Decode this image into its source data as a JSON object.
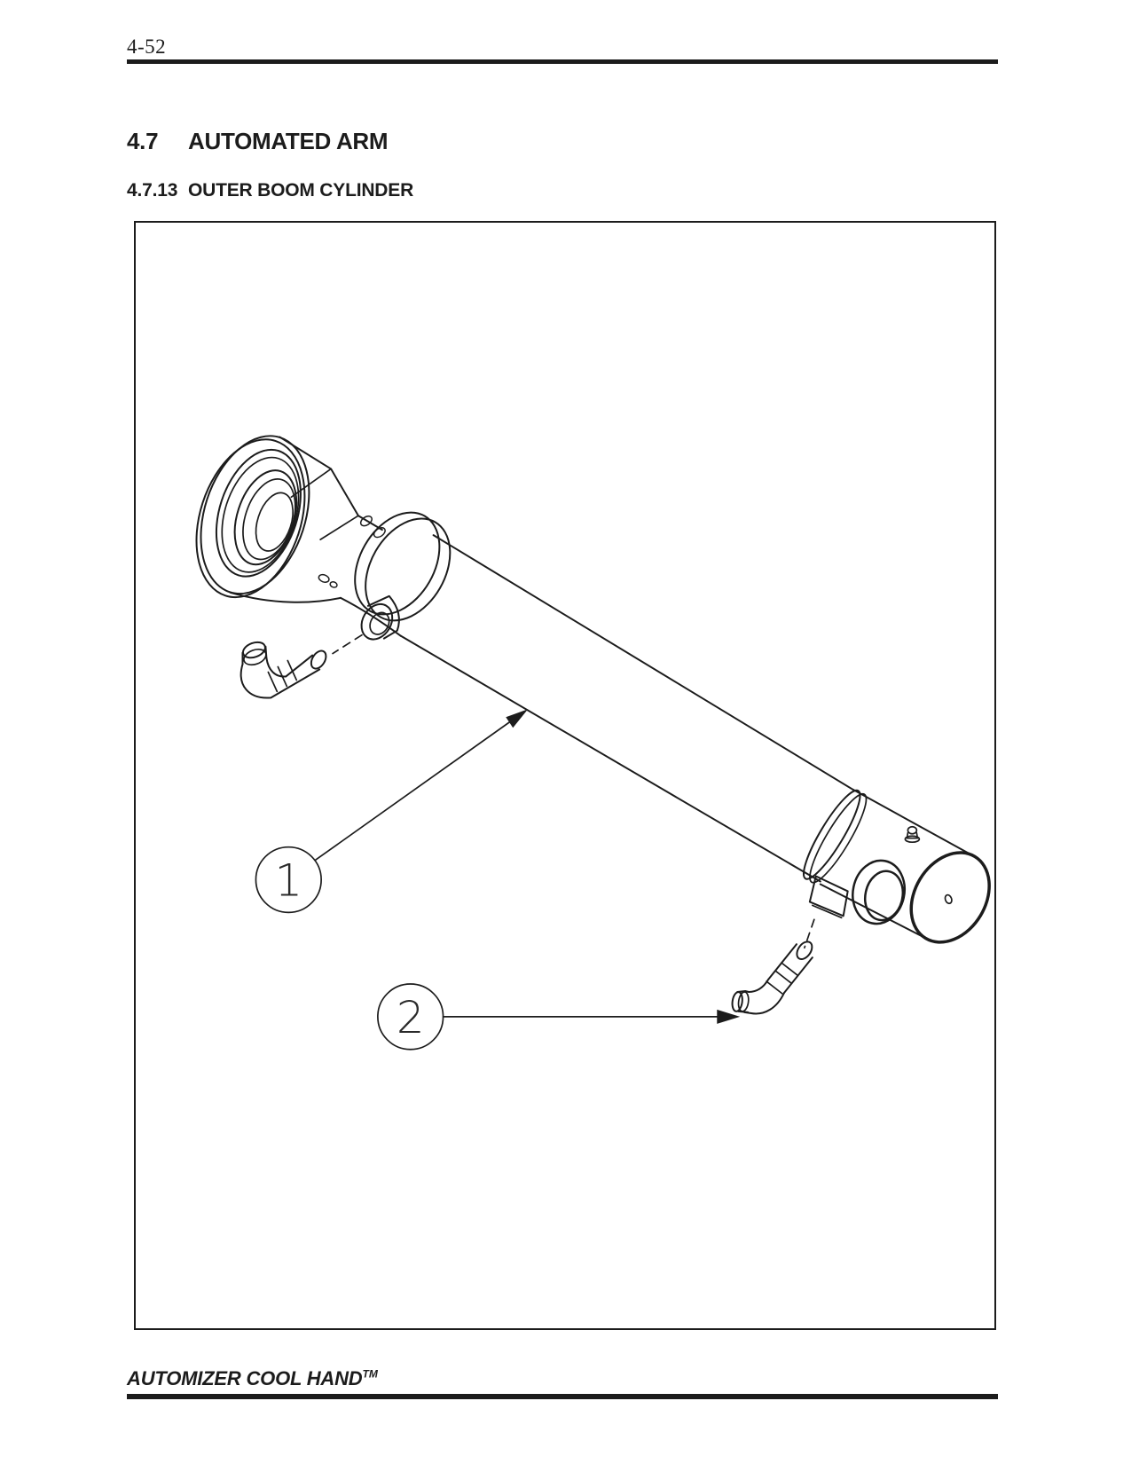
{
  "page": {
    "page_number": "4-52",
    "section_number": "4.7",
    "section_title": "AUTOMATED ARM",
    "subsection_number": "4.7.13",
    "subsection_title": "OUTER BOOM CYLINDER",
    "footer_brand": "AUTOMIZER COOL HAND",
    "footer_trademark": "TM"
  },
  "figure": {
    "type": "technical-line-drawing",
    "description": "Isometric exploded line drawing of the outer boom cylinder: rod-end eye, gland collar, cylinder barrel, cap end with cross-drilled pivot bore and grease fitting, and two 90-degree elbow hydraulic fittings shown removed from their ports on dashed centerlines.",
    "line_color": "#1c1c1c",
    "background_color": "#ffffff",
    "callouts": [
      {
        "number": "1",
        "points_to": "cylinder barrel assembly"
      },
      {
        "number": "2",
        "points_to": "90-degree elbow fitting at cap-end port"
      }
    ]
  }
}
